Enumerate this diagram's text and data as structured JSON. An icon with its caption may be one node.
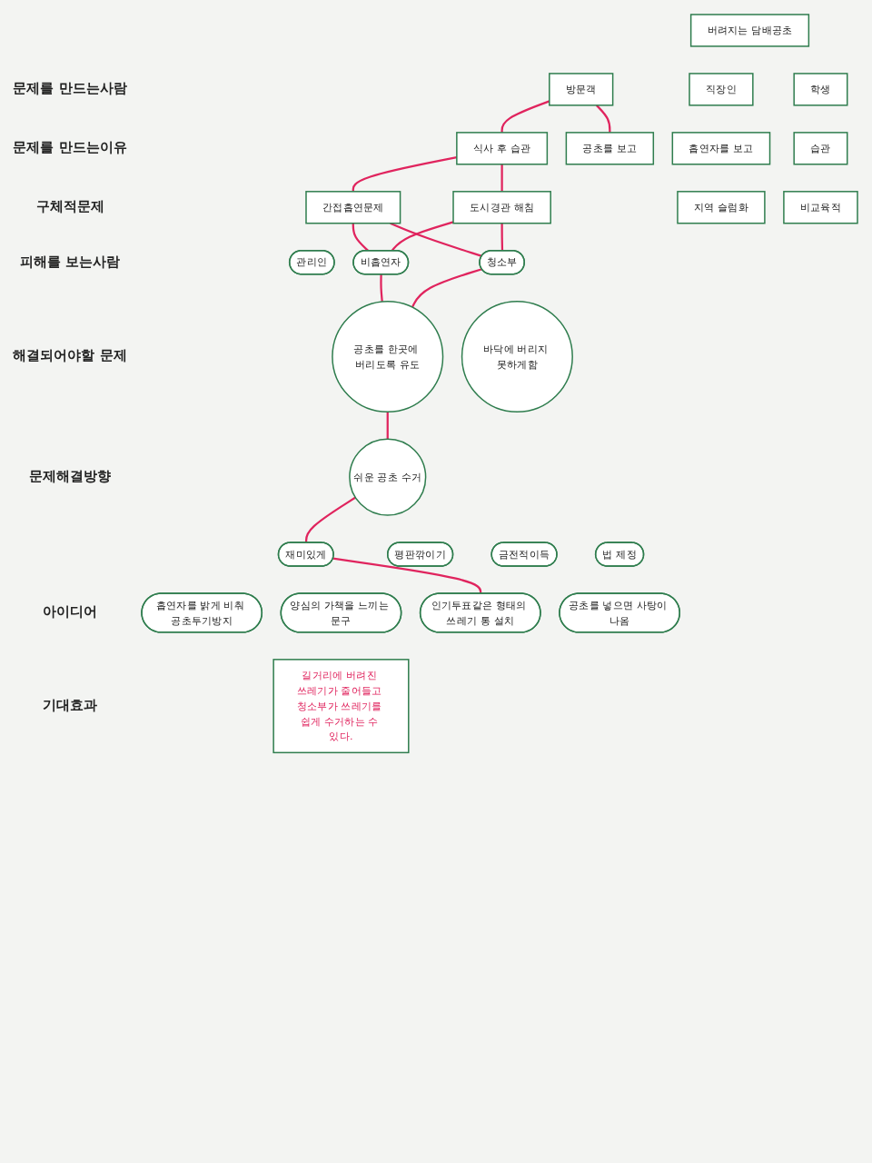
{
  "diagram": {
    "nodes": [
      {
        "text": [
          "버려지는 담배공초"
        ]
      },
      {
        "text": [
          "방문객"
        ]
      },
      {
        "text": [
          "직장인"
        ]
      },
      {
        "text": [
          "학생"
        ]
      },
      {
        "text": [
          "식사 후 습관"
        ]
      },
      {
        "text": [
          "공초를 보고"
        ]
      },
      {
        "text": [
          "흡연자를 보고"
        ]
      },
      {
        "text": [
          "습관"
        ]
      },
      {
        "text": [
          "간접흡연문제"
        ]
      },
      {
        "text": [
          "도시경관 해침"
        ]
      },
      {
        "text": [
          "지역 슬럼화"
        ]
      },
      {
        "text": [
          "비교육적"
        ]
      },
      {
        "text": [
          "관리인"
        ]
      },
      {
        "text": [
          "비흡연자"
        ]
      },
      {
        "text": [
          "청소부"
        ]
      },
      {
        "text": [
          "공초를 한곳에 버리도록 유도"
        ]
      },
      {
        "text": [
          "바닥에 버리지 못하게함"
        ]
      },
      {
        "text": [
          "쉬운 공초 수거"
        ]
      },
      {
        "text": [
          "재미있게"
        ]
      },
      {
        "text": [
          "평판깎이기"
        ]
      },
      {
        "text": [
          "금전적이득"
        ]
      },
      {
        "text": [
          "법 제정"
        ]
      },
      {
        "text": [
          "흡연자를 밝게 비춰 공초투기방지"
        ]
      },
      {
        "text": [
          "양심의 가책을 느끼는 문구"
        ]
      },
      {
        "text": [
          "인기투표같은 형태의 쓰레기 통 설치"
        ]
      },
      {
        "text": [
          "공초를 넣으면 사탕이 나옴"
        ]
      },
      {
        "text": [
          "길거리에 버려진 쓰레기가 줄어들고 청소부가 쓰레기를 쉽게 수거하는 수 있다."
        ]
      }
    ],
    "edges": [
      {
        "from": 1,
        "to": 4,
        "arrow": "none"
      },
      {
        "from": 1,
        "to": 5,
        "arrow": "none"
      },
      {
        "from": 4,
        "to": 8,
        "arrow": "none"
      },
      {
        "from": 4,
        "to": 9,
        "arrow": "none"
      },
      {
        "from": 8,
        "to": 13,
        "arrow": "none"
      },
      {
        "from": 8,
        "to": 14,
        "arrow": "none"
      },
      {
        "from": 9,
        "to": 13,
        "arrow": "none"
      },
      {
        "from": 9,
        "to": 14,
        "arrow": "none"
      },
      {
        "from": 13,
        "to": 15,
        "arrow": "none"
      },
      {
        "from": 14,
        "to": 15,
        "arrow": "none"
      },
      {
        "from": 15,
        "to": 17,
        "arrow": "none"
      },
      {
        "from": 17,
        "to": 18,
        "arrow": "none"
      },
      {
        "from": 18,
        "to": 24,
        "arrow": "none"
      }
    ],
    "labels": [
      "문제를 만드는사람",
      "문제를 만드는이유",
      "구체적문제",
      "피해를 보는사람",
      "해결되어야할 문제",
      "문제해결방향",
      "아이디어",
      "기대효과"
    ]
  }
}
